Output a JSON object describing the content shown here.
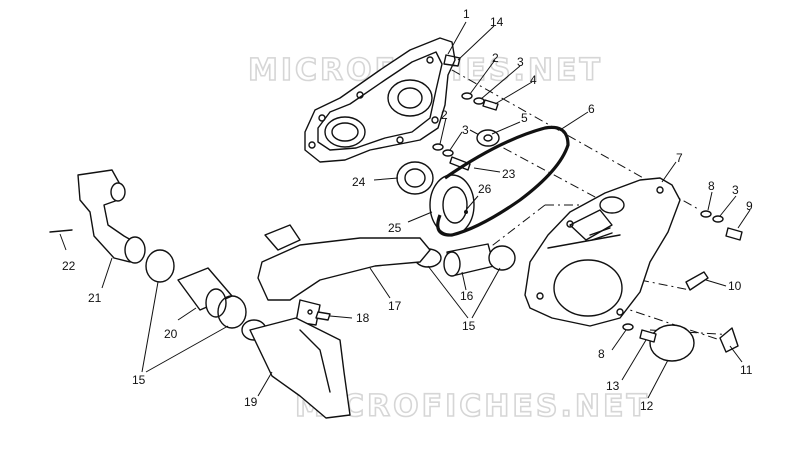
{
  "watermarks": [
    "MICROFICHES.NET",
    "MICROFICHES.NET"
  ],
  "callouts": [
    "1",
    "14",
    "2",
    "3",
    "4",
    "6",
    "5",
    "2",
    "3",
    "7",
    "24",
    "23",
    "8",
    "3",
    "9",
    "26",
    "25",
    "22",
    "10",
    "21",
    "16",
    "17",
    "18",
    "15",
    "20",
    "8",
    "11",
    "13",
    "15",
    "19",
    "12"
  ],
  "icons": {
    "inner_cover": "inner-cover-shape",
    "outer_cover": "outer-cover-shape",
    "belt": "drive-belt-shape"
  }
}
